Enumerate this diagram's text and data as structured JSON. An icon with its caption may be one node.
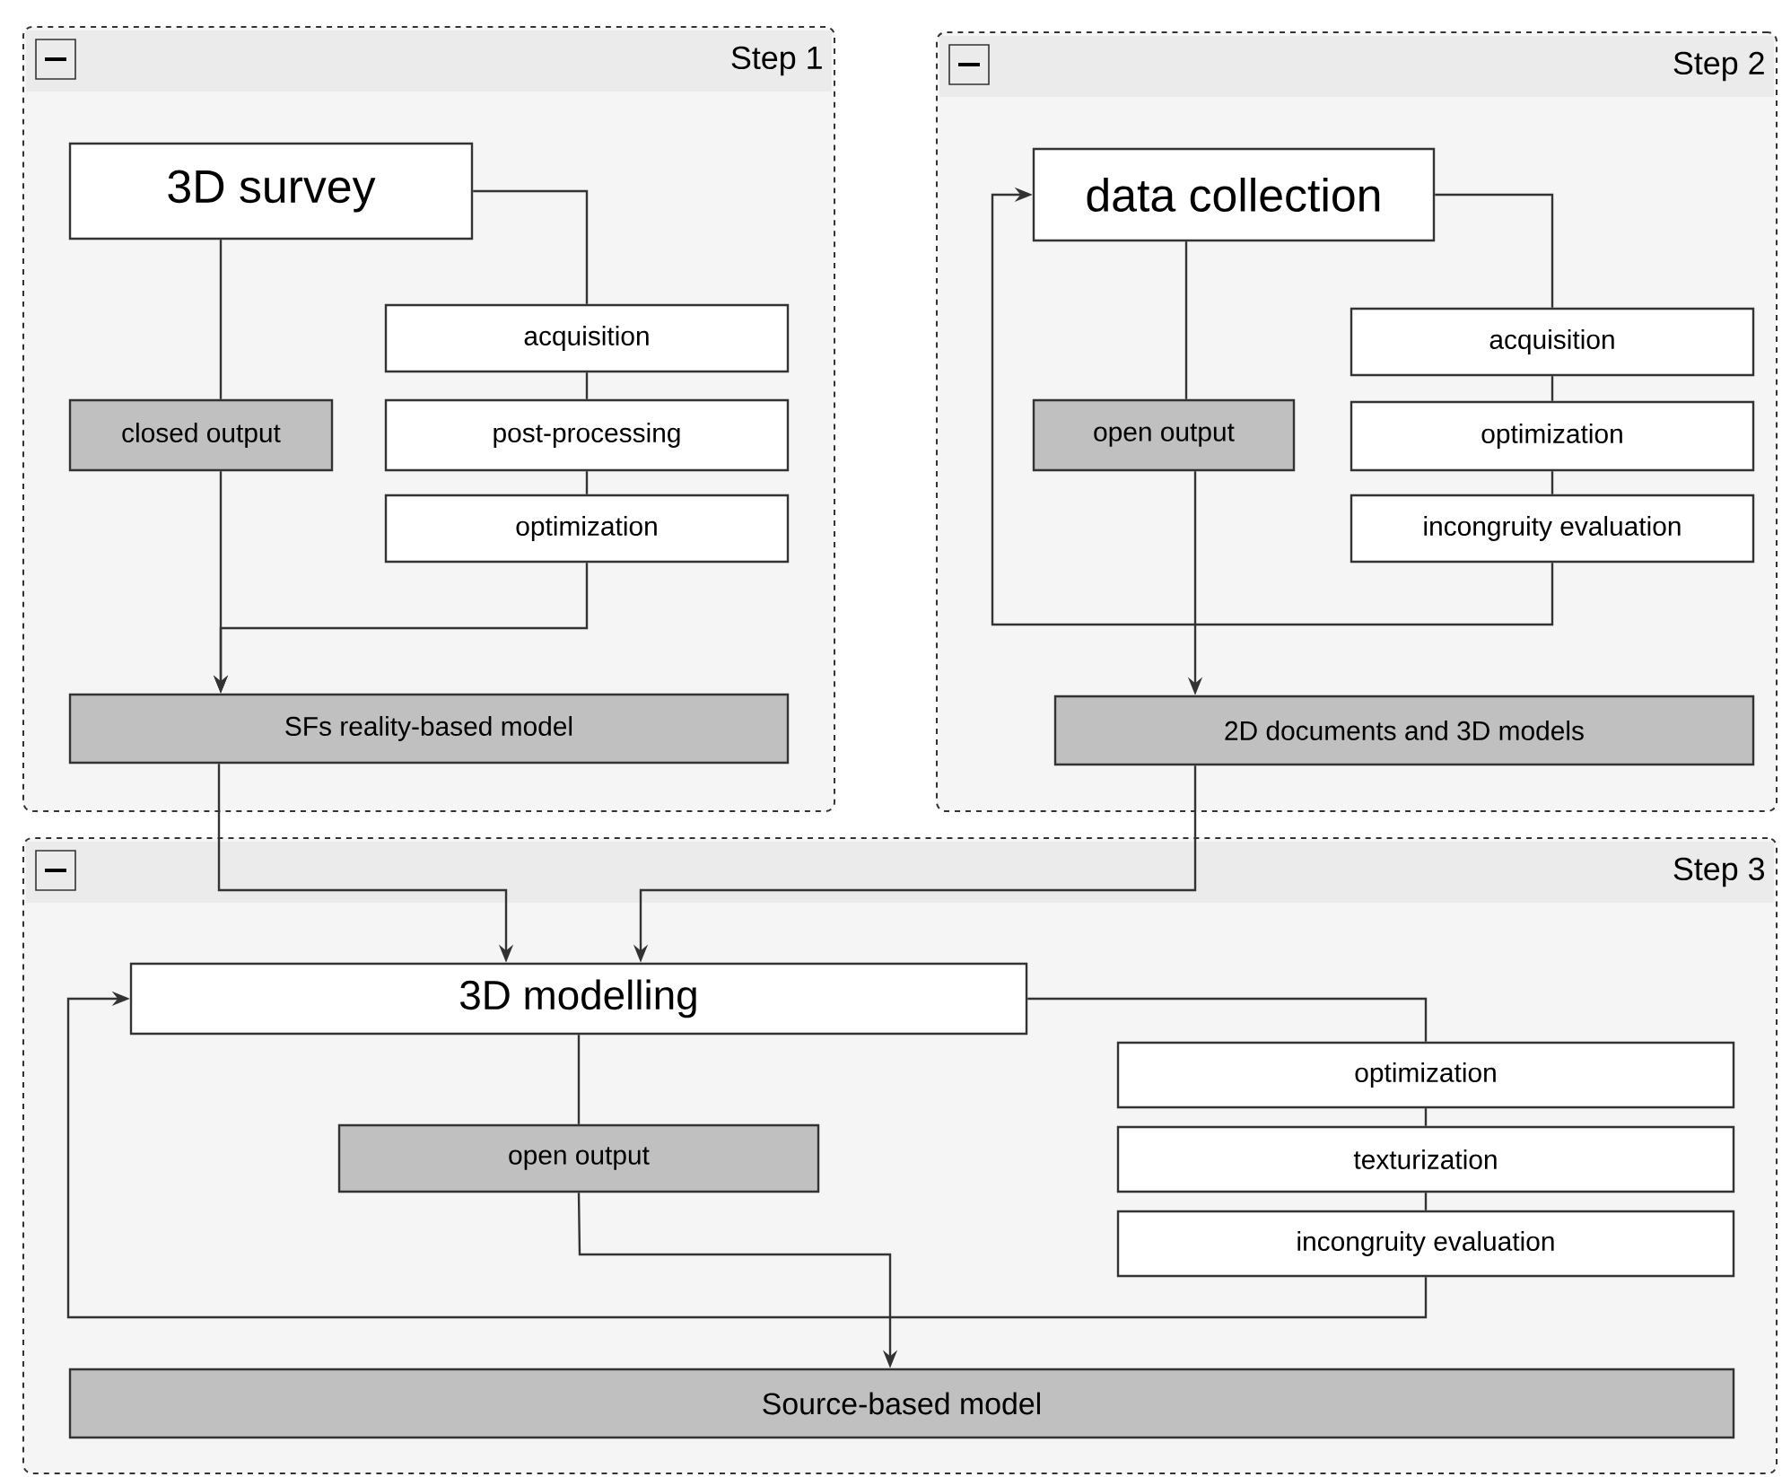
{
  "diagram": {
    "nodes": [
      {
        "text": [
          "Step 1"
        ]
      },
      {
        "text": [
          "3D survey"
        ],
        "in": 0
      },
      {
        "text": [
          "closed output"
        ],
        "in": 0
      },
      {
        "text": [
          "acquisition"
        ],
        "in": 0
      },
      {
        "text": [
          "post-processing"
        ],
        "in": 0
      },
      {
        "text": [
          "optimization"
        ],
        "in": 0
      },
      {
        "text": [
          "SFs reality-based model"
        ],
        "in": 0
      },
      {
        "text": [
          "Step 2"
        ]
      },
      {
        "text": [
          "data collection"
        ],
        "in": 7
      },
      {
        "text": [
          "open output"
        ],
        "in": 7
      },
      {
        "text": [
          "acquisition"
        ],
        "in": 7
      },
      {
        "text": [
          "optimization"
        ],
        "in": 7
      },
      {
        "text": [
          "incongruity evaluation"
        ],
        "in": 7
      },
      {
        "text": [
          "2D documents and 3D models"
        ],
        "in": 7
      },
      {
        "text": [
          "Step 3"
        ]
      },
      {
        "text": [
          "3D modelling"
        ],
        "in": 14
      },
      {
        "text": [
          "open output"
        ],
        "in": 14
      },
      {
        "text": [
          "optimization"
        ],
        "in": 14
      },
      {
        "text": [
          "texturization"
        ],
        "in": 14
      },
      {
        "text": [
          "incongruity evaluation"
        ],
        "in": 14
      },
      {
        "text": [
          "Source-based model"
        ],
        "in": 14
      }
    ],
    "edges": [
      {
        "from": 1,
        "to": 2,
        "arrow": "none"
      },
      {
        "from": 1,
        "to": 3,
        "arrow": "none"
      },
      {
        "from": 3,
        "to": 4,
        "arrow": "none"
      },
      {
        "from": 4,
        "to": 5,
        "arrow": "none"
      },
      {
        "from": 2,
        "to": 6,
        "arrow": "to"
      },
      {
        "from": 5,
        "to": 6,
        "arrow": "to"
      },
      {
        "from": 8,
        "to": 9,
        "arrow": "none"
      },
      {
        "from": 8,
        "to": 10,
        "arrow": "none"
      },
      {
        "from": 10,
        "to": 11,
        "arrow": "none"
      },
      {
        "from": 11,
        "to": 12,
        "arrow": "none"
      },
      {
        "from": 9,
        "to": 13,
        "arrow": "to"
      },
      {
        "from": 12,
        "to": 8,
        "arrow": "to"
      },
      {
        "from": 6,
        "to": 15,
        "arrow": "to"
      },
      {
        "from": 13,
        "to": 15,
        "arrow": "to"
      },
      {
        "from": 15,
        "to": 16,
        "arrow": "none"
      },
      {
        "from": 15,
        "to": 17,
        "arrow": "none"
      },
      {
        "from": 17,
        "to": 18,
        "arrow": "none"
      },
      {
        "from": 18,
        "to": 19,
        "arrow": "none"
      },
      {
        "from": 16,
        "to": 20,
        "arrow": "to"
      },
      {
        "from": 19,
        "to": 15,
        "arrow": "to"
      }
    ]
  }
}
